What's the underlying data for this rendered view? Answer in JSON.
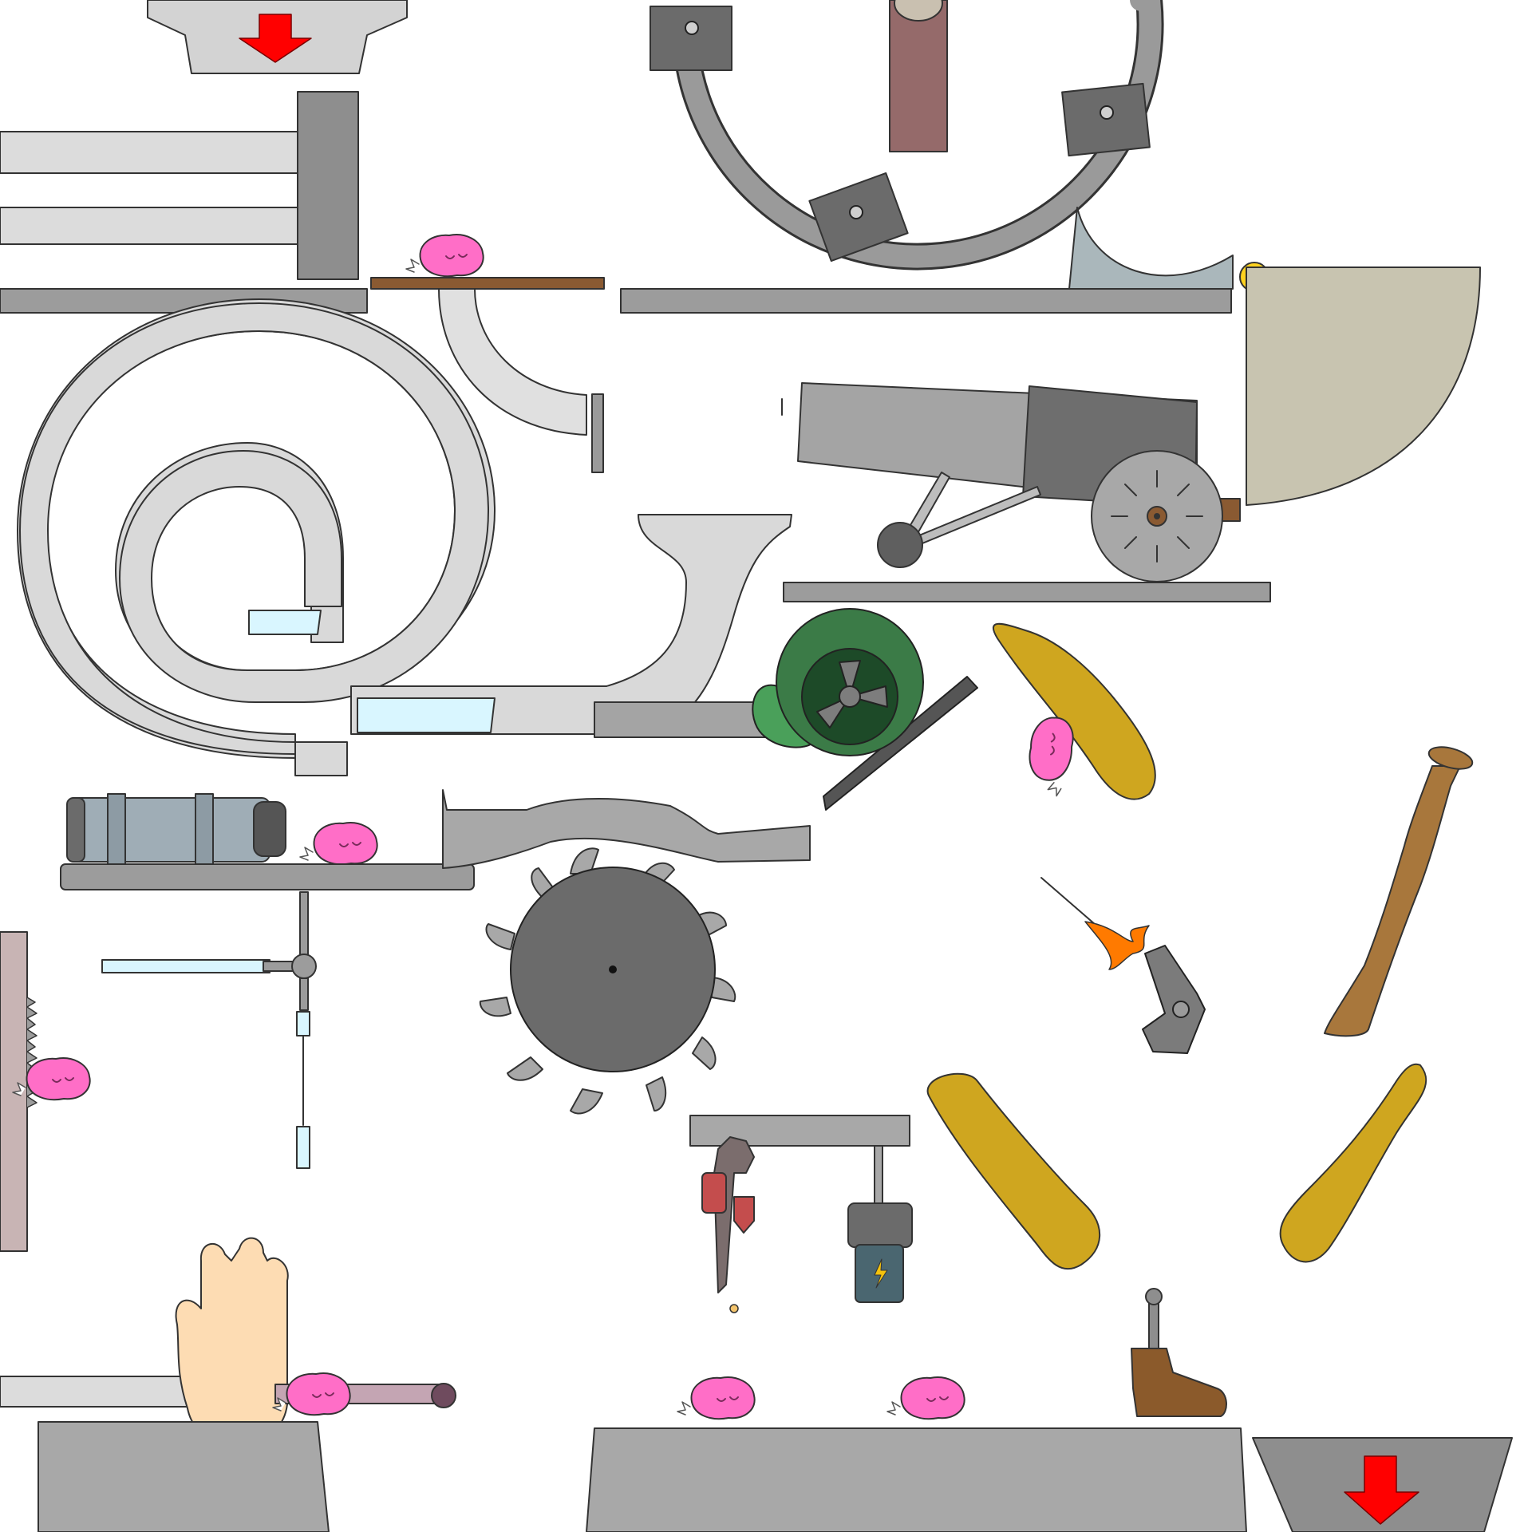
{
  "scene": {
    "kind": "physics contraption puzzle board",
    "background_color": "#ffffff",
    "entry_chute": {
      "icon": "red-down-arrow-icon"
    },
    "exit_bin": {
      "icon": "red-down-arrow-icon"
    }
  },
  "palette": {
    "creature_pink": "#ff6ec7",
    "metal_light": "#d9d9d9",
    "metal_mid": "#9a9a9a",
    "metal_dark": "#6b6b6b",
    "wood": "#8a5a32",
    "paddle_gold": "#cfa61f",
    "fan_green": "#3b7b47",
    "arrow_red": "#ff0000",
    "tube_glass": "#d9f6ff",
    "fan_shroud": "#c8c4b0",
    "spark_orange": "#ff7a00",
    "bat_brown": "#a8773c",
    "boot_brown": "#8b5a2b",
    "ball_yellow": "#ffd21f",
    "crank_mauve": "#956a6a",
    "hand_skin": "#fddcb3"
  },
  "objects": [
    {
      "name": "piston-press",
      "icon": "piston-icon"
    },
    {
      "name": "rotating-ring-with-clamps",
      "icon": "ring-clamp-icon"
    },
    {
      "name": "curved-ramp",
      "icon": "ramp-icon"
    },
    {
      "name": "quarter-fan-blade",
      "icon": "fan-blade-icon"
    },
    {
      "name": "cannon",
      "icon": "cannon-icon"
    },
    {
      "name": "spiral-pipe",
      "icon": "spiral-pipe-icon"
    },
    {
      "name": "s-pipe",
      "icon": "s-pipe-icon"
    },
    {
      "name": "blower-fan",
      "icon": "blower-fan-icon"
    },
    {
      "name": "flipper-paddle",
      "icon": "paddle-icon"
    },
    {
      "name": "vacuum-cylinder",
      "icon": "vacuum-icon"
    },
    {
      "name": "spinning-saw-blade",
      "icon": "saw-blade-icon"
    },
    {
      "name": "lighter-gun",
      "icon": "lighter-icon"
    },
    {
      "name": "baseball-bat",
      "icon": "bat-icon"
    },
    {
      "name": "wrench-gadget",
      "icon": "wrench-icon"
    },
    {
      "name": "battery-motor",
      "icon": "battery-icon"
    },
    {
      "name": "spike-wall",
      "icon": "spike-wall-icon"
    },
    {
      "name": "stop-hand",
      "icon": "hand-icon"
    },
    {
      "name": "boot-kicker",
      "icon": "boot-icon"
    }
  ]
}
